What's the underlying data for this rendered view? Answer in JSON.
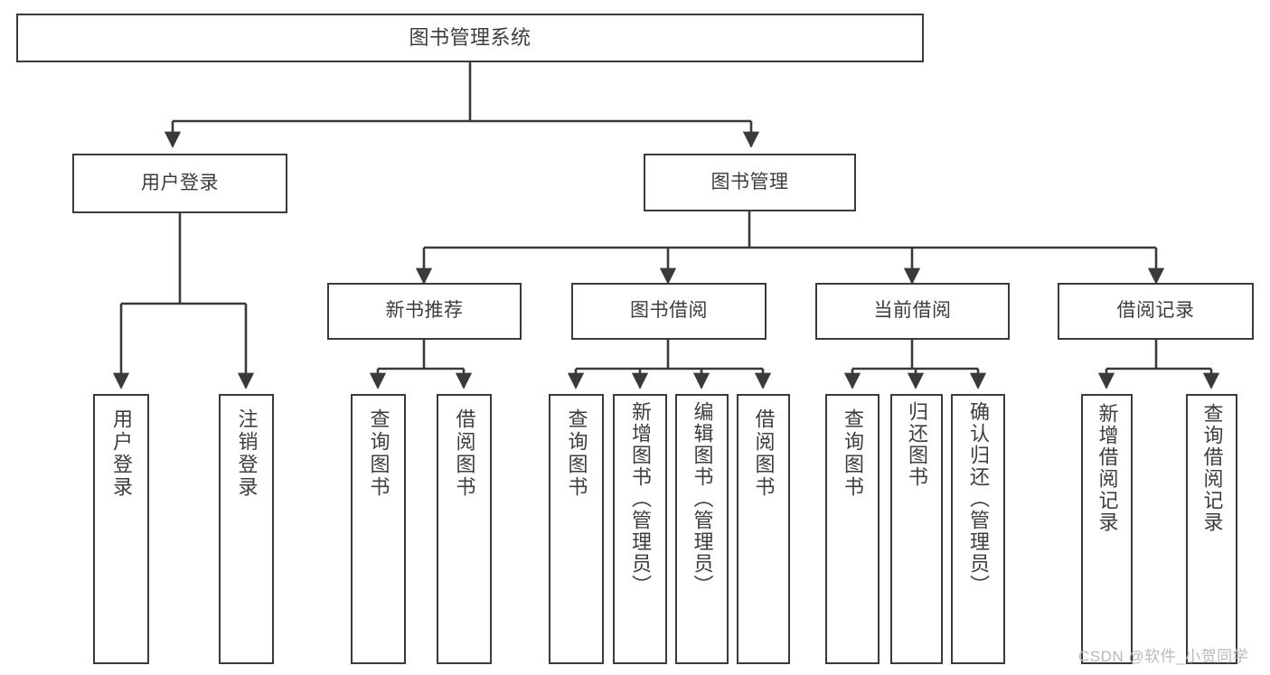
{
  "diagram": {
    "type": "tree-hierarchy-chart",
    "title": "图书管理系统",
    "line_color": "#3a3a3a",
    "text_color": "#3d3d3d",
    "background": "#ffffff",
    "root": {
      "id": "root",
      "label": "图书管理系统"
    },
    "level2": [
      {
        "id": "l2-user",
        "label": "用户登录"
      },
      {
        "id": "l2-book",
        "label": "图书管理"
      }
    ],
    "level3": [
      {
        "id": "l3-new",
        "label": "新书推荐",
        "parent": "l2-book"
      },
      {
        "id": "l3-borrow",
        "label": "图书借阅",
        "parent": "l2-book"
      },
      {
        "id": "l3-current",
        "label": "当前借阅",
        "parent": "l2-book"
      },
      {
        "id": "l3-record",
        "label": "借阅记录",
        "parent": "l2-book"
      }
    ],
    "leaves": {
      "user_login": [
        {
          "id": "leaf-1",
          "label": "用户登录"
        },
        {
          "id": "leaf-2",
          "label": "注销登录"
        }
      ],
      "new_book": [
        {
          "id": "leaf-3",
          "label": "查询图书"
        },
        {
          "id": "leaf-4",
          "label": "借阅图书"
        }
      ],
      "book_borrow": [
        {
          "id": "leaf-5",
          "label": "查询图书"
        },
        {
          "id": "leaf-6",
          "label": "新增图书（管理员）"
        },
        {
          "id": "leaf-7",
          "label": "编辑图书（管理员）"
        },
        {
          "id": "leaf-8",
          "label": "借阅图书"
        }
      ],
      "current_borrow": [
        {
          "id": "leaf-9",
          "label": "查询图书"
        },
        {
          "id": "leaf-10",
          "label": "归还图书"
        },
        {
          "id": "leaf-11",
          "label": "确认归还（管理员）"
        }
      ],
      "borrow_record": [
        {
          "id": "leaf-12",
          "label": "新增借阅记录"
        },
        {
          "id": "leaf-13",
          "label": "查询借阅记录"
        }
      ]
    },
    "watermark": "CSDN @软件_小贺同学"
  }
}
